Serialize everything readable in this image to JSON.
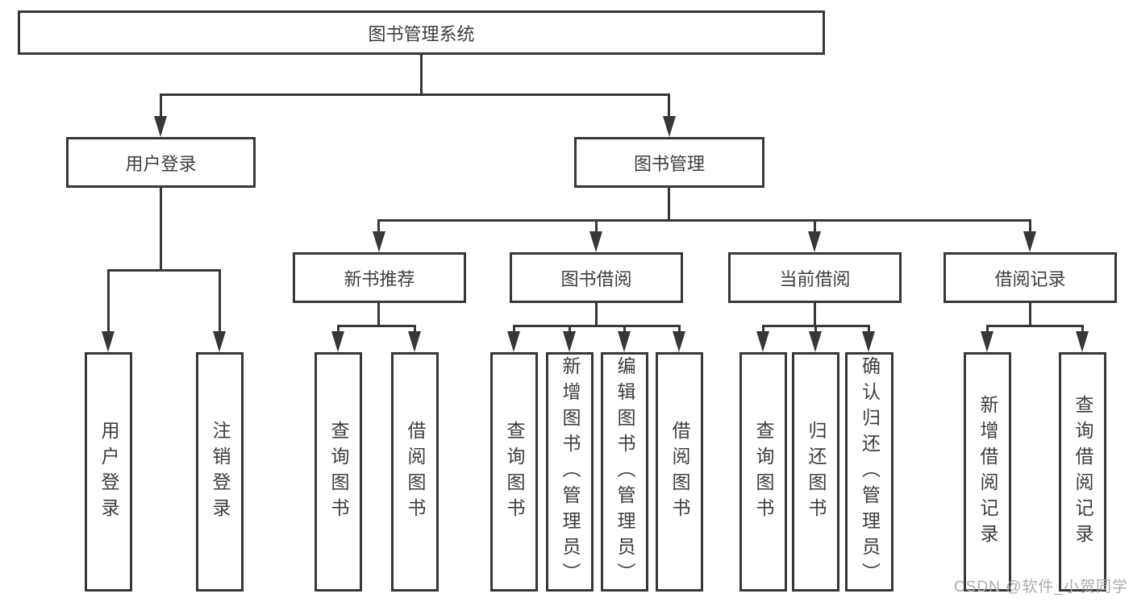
{
  "title": {
    "label": "图书管理系统"
  },
  "level2": {
    "user_login": "用户登录",
    "book_mgmt": "图书管理"
  },
  "level3": {
    "new_rec": "新书推荐",
    "borrow": "图书借阅",
    "current": "当前借阅",
    "records": "借阅记录"
  },
  "leaves": {
    "user_login": [
      "用户登录",
      "注销登录"
    ],
    "new_rec": [
      "查询图书",
      "借阅图书"
    ],
    "borrow": [
      "查询图书",
      "新增图书（管理员）",
      "编辑图书（管理员）",
      "借阅图书"
    ],
    "current": [
      "查询图书",
      "归还图书",
      "确认归还（管理员）"
    ],
    "records": [
      "新增借阅记录",
      "查询借阅记录"
    ]
  },
  "watermark": "CSDN @软件_小贺同学",
  "colors": {
    "line": "#373737",
    "text": "#3d3d3d",
    "watermark": "#ababab",
    "background": "#ffffff"
  }
}
